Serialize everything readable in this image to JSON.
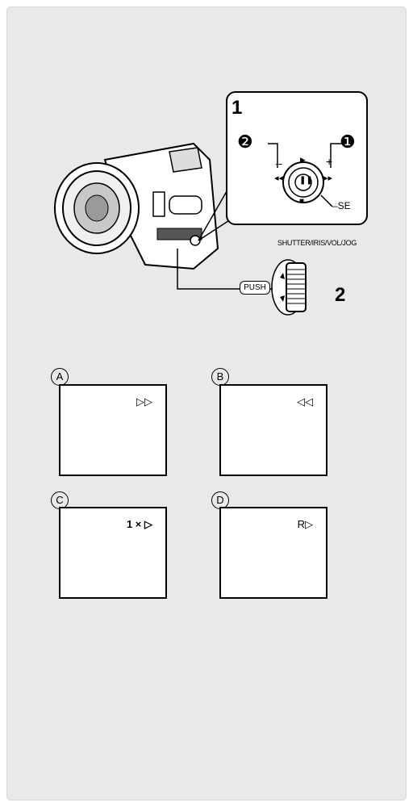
{
  "steps": {
    "step1": "1",
    "step2": "2"
  },
  "callouts": {
    "c1": "❶",
    "c2": "❷"
  },
  "controls": {
    "minus": "–",
    "plus": "+",
    "se_label": "–SE",
    "rewind": "◂◂",
    "ffwd": "▸▸",
    "pause": "❚❚",
    "play": "▶",
    "stop": "■"
  },
  "dial": {
    "label": "SHUTTER/IRIS/VOL/JOG",
    "push": "PUSH"
  },
  "screens": [
    {
      "letter": "A",
      "indicator": "▷▷"
    },
    {
      "letter": "B",
      "indicator": "◁◁"
    },
    {
      "letter": "C",
      "indicator": "1 × ▷"
    },
    {
      "letter": "D",
      "indicator": "R▷"
    }
  ]
}
